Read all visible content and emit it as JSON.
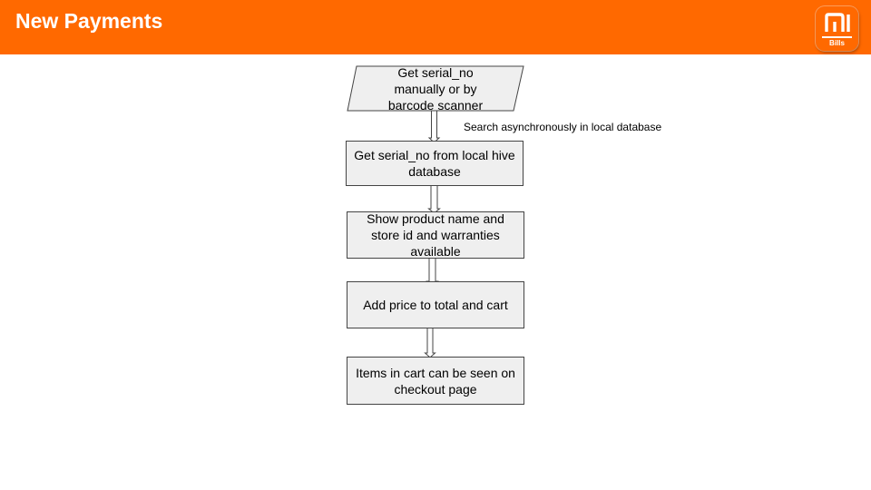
{
  "header": {
    "title": "New Payments"
  },
  "logo": {
    "text": "Bills",
    "icon": "mi-logo-icon",
    "background": "#ff6900"
  },
  "colors": {
    "accent": "#ff6900",
    "node_fill": "#efefef",
    "node_stroke": "#444444"
  },
  "diagram": {
    "nodes": [
      {
        "id": "input",
        "shape": "parallelogram",
        "label": "Get serial_no manually or by barcode scanner"
      },
      {
        "id": "lookup",
        "shape": "rectangle",
        "label": "Get serial_no from local hive database"
      },
      {
        "id": "show",
        "shape": "rectangle",
        "label": "Show product name and store id and warranties available"
      },
      {
        "id": "add",
        "shape": "rectangle",
        "label": "Add price to total and cart"
      },
      {
        "id": "checkout",
        "shape": "rectangle",
        "label": "Items in cart can be seen on checkout page"
      }
    ],
    "edges": [
      {
        "from": "input",
        "to": "lookup",
        "label": "Search asynchronously in local database"
      },
      {
        "from": "lookup",
        "to": "show",
        "label": ""
      },
      {
        "from": "show",
        "to": "add",
        "label": ""
      },
      {
        "from": "add",
        "to": "checkout",
        "label": ""
      }
    ]
  }
}
